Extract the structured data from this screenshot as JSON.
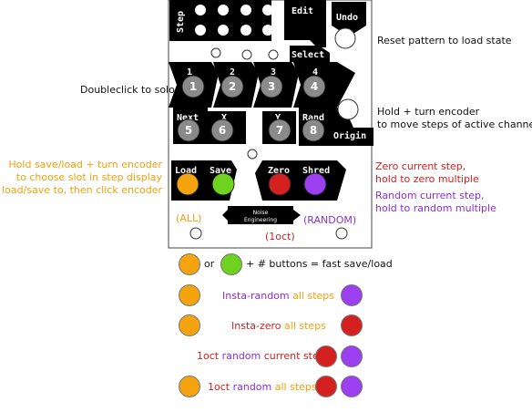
{
  "panel": {
    "step_label": "Step",
    "edit_label": "Edit",
    "undo_label": "Undo",
    "select_label": "Select",
    "channel_labels": [
      "1",
      "2",
      "3",
      "4"
    ],
    "channel_buttons": [
      "1",
      "2",
      "3",
      "4"
    ],
    "row2_labels": [
      "Next",
      "X",
      "Y",
      "Rand"
    ],
    "row2_buttons": [
      "5",
      "6",
      "7",
      "8"
    ],
    "origin_label": "Origin",
    "bottom_labels": [
      "Load",
      "Save",
      "Zero",
      "Shred"
    ],
    "all_label": "(ALL)",
    "random_label": "(RANDOM)",
    "oct_label": "(1oct)",
    "logo_line1": "Noise",
    "logo_line2": "Engineering"
  },
  "annotations": {
    "reset": "Reset pattern to load state",
    "doubleclick": "Doubleclick to solo",
    "hold_turn_1": "Hold + turn encoder",
    "hold_turn_2": "to move steps of active channel(s)",
    "save_load_1": "Hold save/load + turn encoder",
    "save_load_2": "to choose slot in step display",
    "save_load_3": "to load/save to, then click encoder",
    "zero_1": "Zero current step,",
    "zero_2": "hold to zero multiple",
    "random_1": "Random current step,",
    "random_2": "hold to random multiple"
  },
  "legend": {
    "row1_or": "or",
    "row1_text": "+ # buttons = fast save/load",
    "row2_a": "Insta-random",
    "row2_b": " all steps",
    "row3_a": "Insta-zero",
    "row3_b": " all steps",
    "row4_a": "1oct",
    "row4_b": " random",
    "row4_c": " current step",
    "row5_a": "1oct",
    "row5_b": " random",
    "row5_c": " all steps"
  },
  "colors": {
    "orange": "#f5a40f",
    "green": "#6fd21e",
    "red": "#d4201e",
    "purple": "#9b3ff0",
    "grey_button": "#8a8a8a",
    "panel_black": "#000000"
  }
}
